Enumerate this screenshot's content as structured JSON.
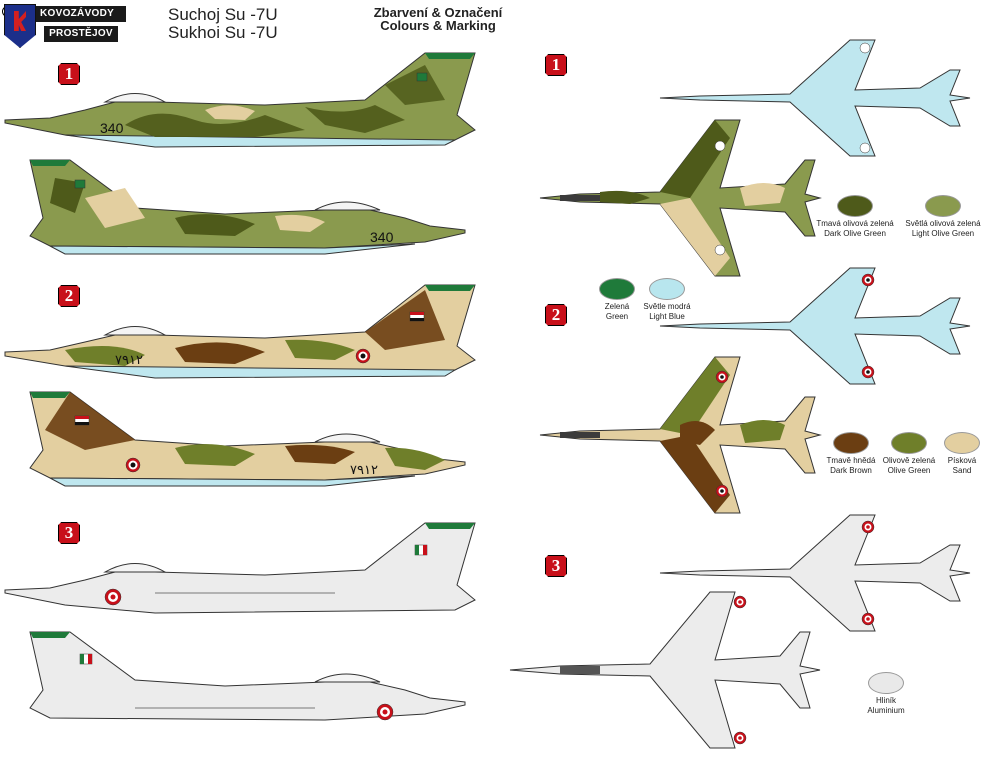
{
  "brand": {
    "top_text": "KOVOZÁVODY",
    "bottom_text": "PROSTĚJOV",
    "registered": "®"
  },
  "title": {
    "line1": "Suchoj Su -7U",
    "line2": "Sukhoi Su -7U"
  },
  "subtitle": {
    "line1": "Zbarvení & Označení",
    "line2": "Colours & Marking"
  },
  "schemes": [
    {
      "number": "1",
      "code": "340"
    },
    {
      "number": "2",
      "code": "٧٩١٢"
    },
    {
      "number": "3"
    }
  ],
  "swatches": {
    "scheme1": [
      {
        "cz": "Tmavá olivová zelená",
        "en": "Dark Olive Green",
        "color": "#4e5a1a"
      },
      {
        "cz": "Světlá olivová zelená",
        "en": "Light Olive Green",
        "color": "#8a9a4e"
      }
    ],
    "scheme_extra": [
      {
        "cz": "Zelená",
        "en": "Green",
        "color": "#1f7a3a"
      },
      {
        "cz": "Světle modrá",
        "en": "Light Blue",
        "color": "#b8e6ee"
      }
    ],
    "scheme2": [
      {
        "cz": "Tmavě hnědá",
        "en": "Dark Brown",
        "color": "#6b3e12"
      },
      {
        "cz": "Olivově zelená",
        "en": "Olive Green",
        "color": "#6f7f2a"
      },
      {
        "cz": "Písková",
        "en": "Sand",
        "color": "#e3cfa0"
      }
    ],
    "scheme3": [
      {
        "cz": "Hliník",
        "en": "Aluminium",
        "color": "#e9e9e9"
      }
    ]
  },
  "colors": {
    "light_blue": "#bfe7ef",
    "dark_olive": "#4e5a1a",
    "light_olive": "#8a9a4e",
    "sand": "#e3cfa0",
    "dark_brown": "#6b3e12",
    "green": "#1f7a3a",
    "aluminium": "#ececec",
    "accent_red": "#c8101a"
  }
}
